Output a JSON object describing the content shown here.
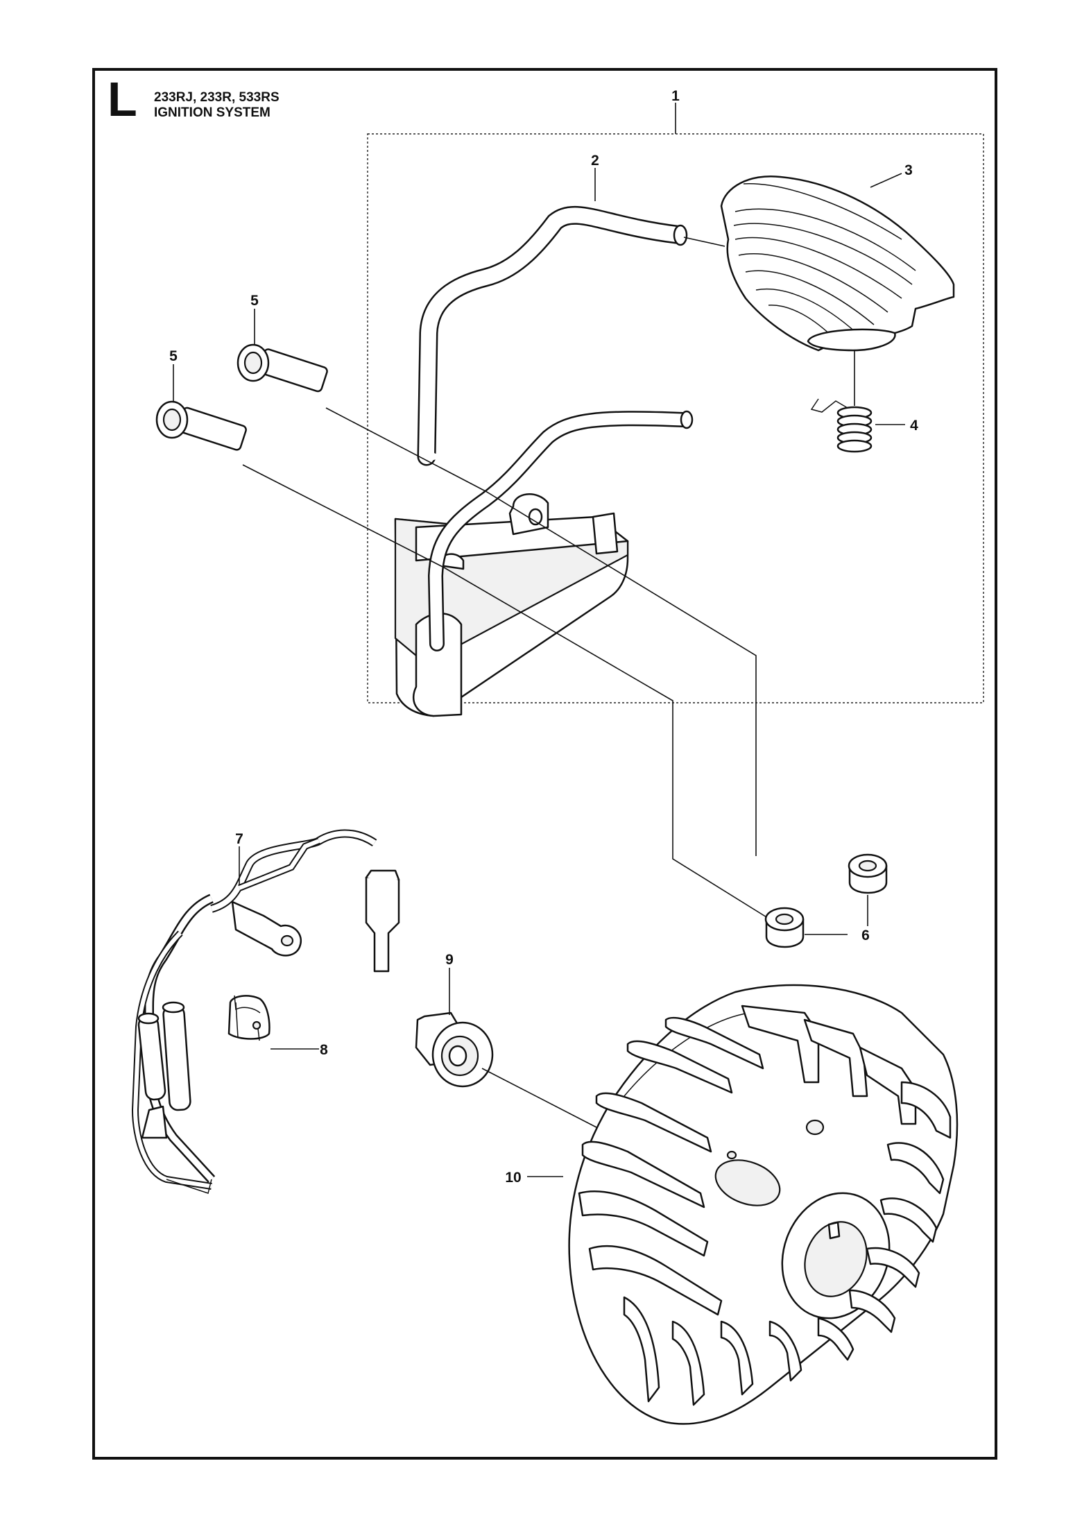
{
  "header": {
    "section_letter": "L",
    "models": "233RJ, 233R, 533RS",
    "title": "IGNITION SYSTEM"
  },
  "callouts": [
    "1",
    "2",
    "3",
    "4",
    "5",
    "5",
    "6",
    "7",
    "8",
    "9",
    "10"
  ]
}
